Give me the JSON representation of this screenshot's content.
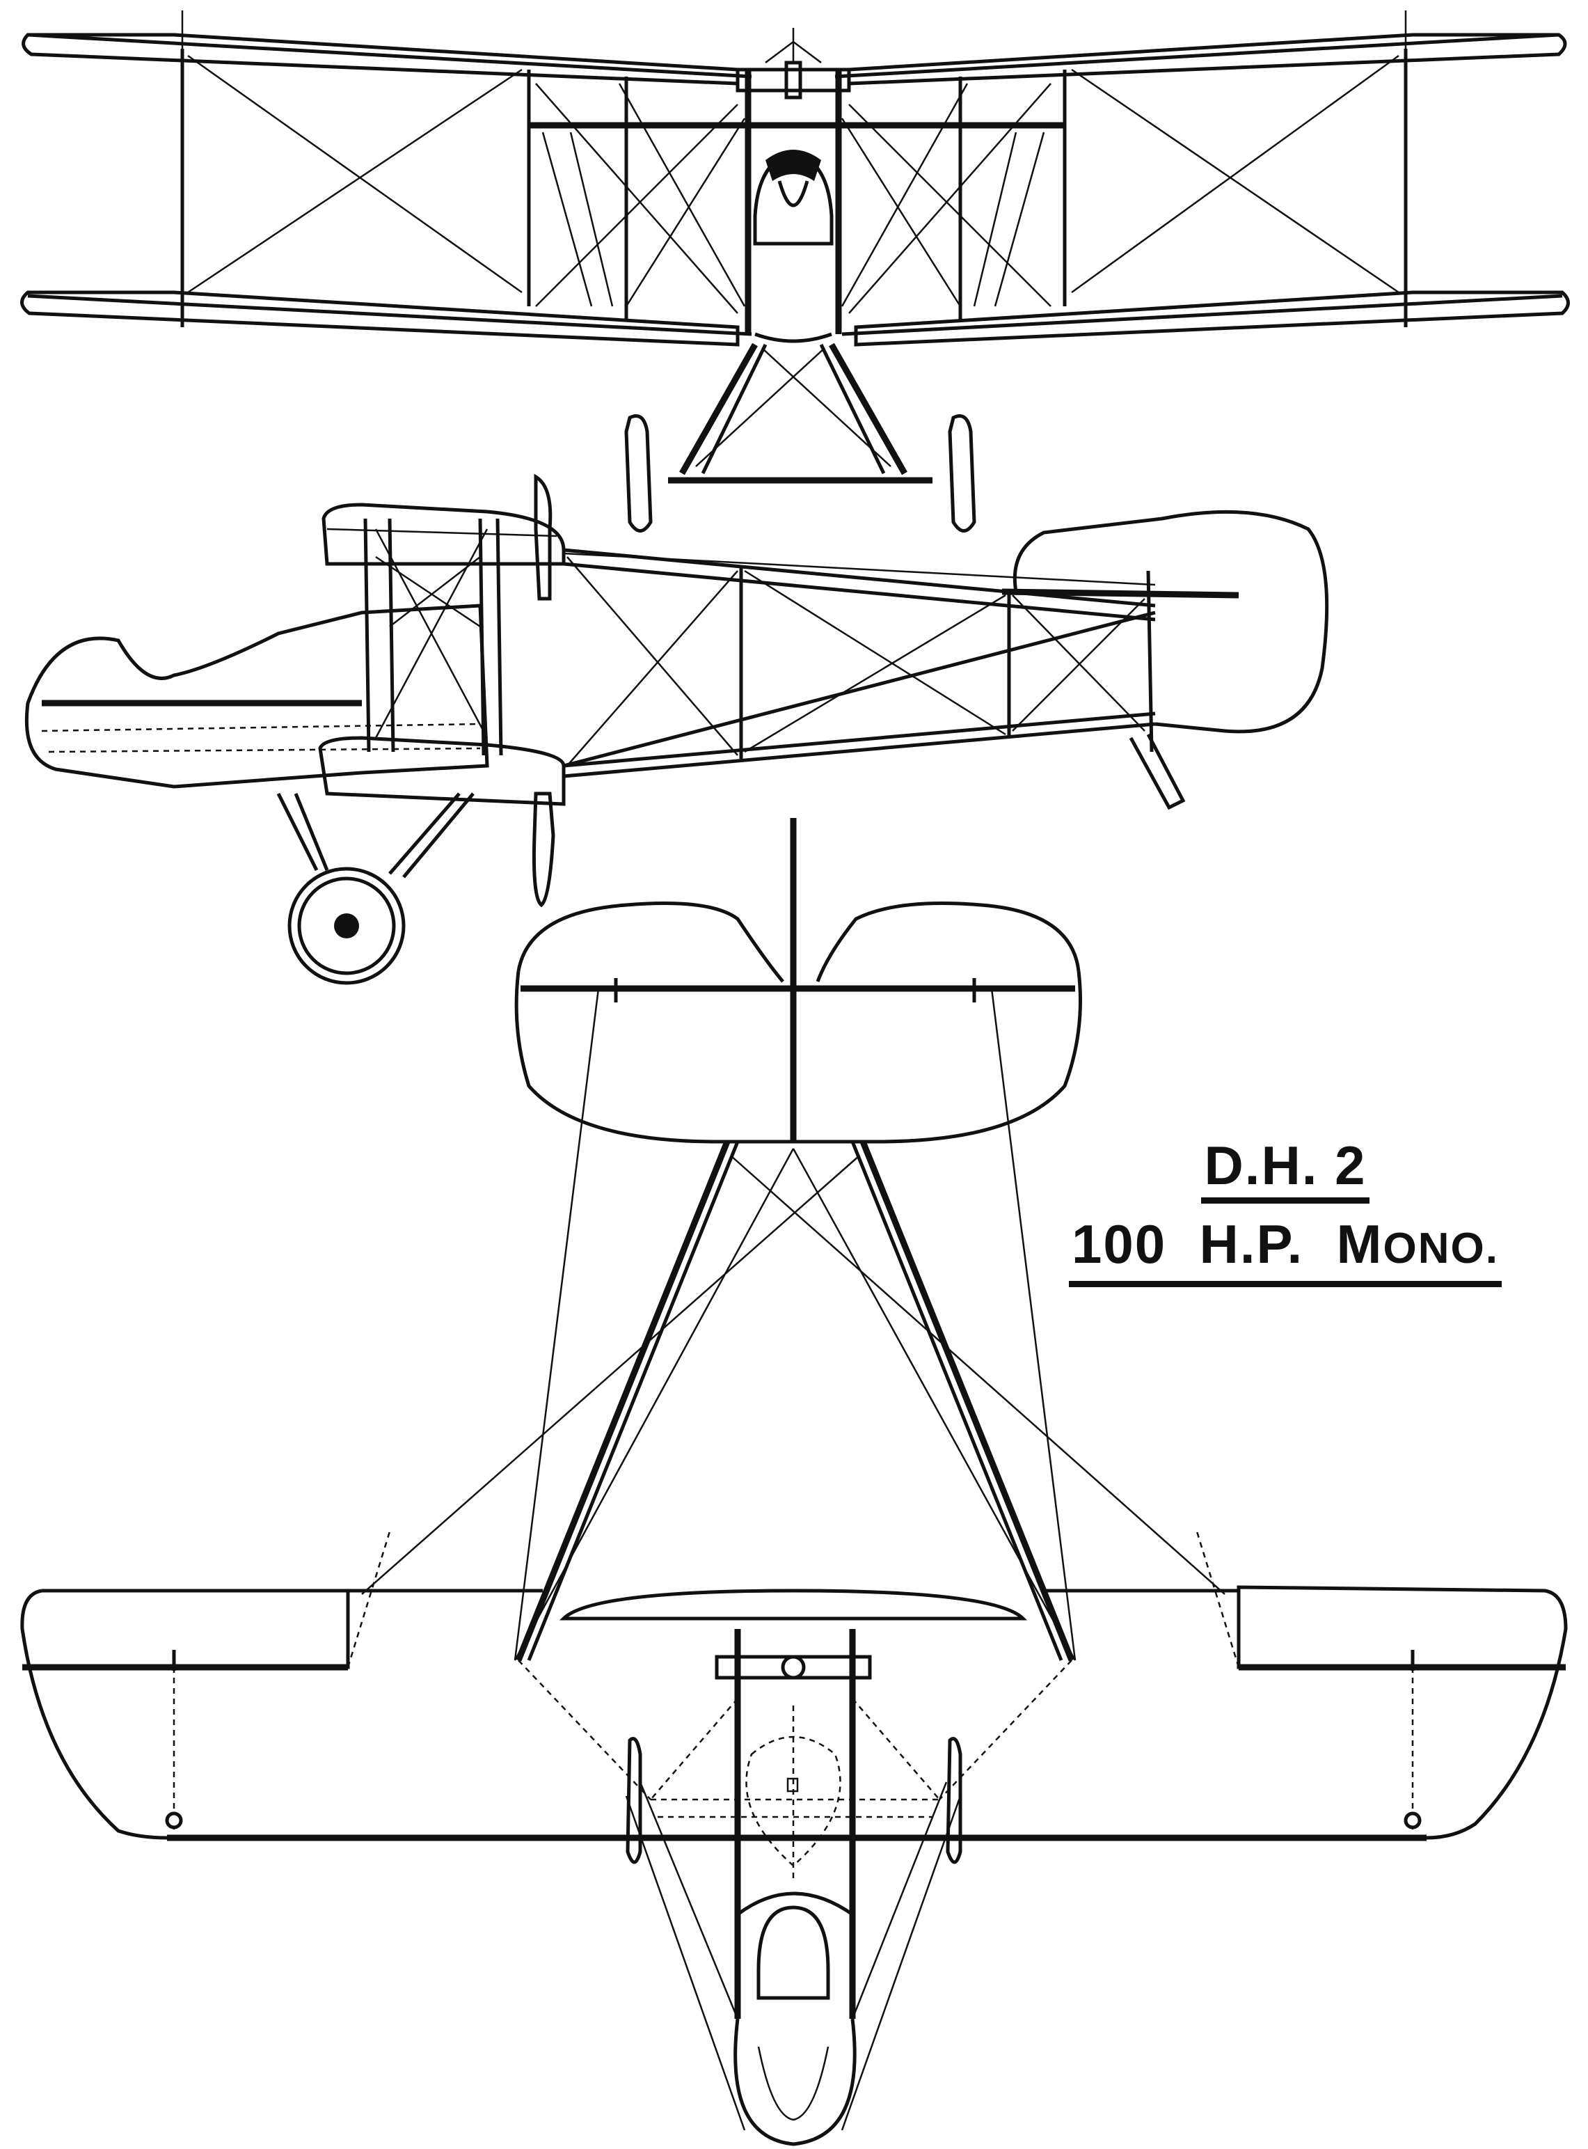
{
  "drawing": {
    "subject": "D.H. 2 three-view drawing",
    "views": [
      {
        "id": "front-view",
        "label": "Front view"
      },
      {
        "id": "side-view",
        "label": "Side view"
      },
      {
        "id": "plan-view",
        "label": "Plan view"
      }
    ],
    "ink_color": "#111111",
    "background_color": "#ffffff"
  },
  "title": {
    "line1": "D.H. 2",
    "line2_number": "100",
    "line2_hp": "H.P.",
    "line2_mono_first": "M",
    "line2_mono_rest": "ONO."
  }
}
